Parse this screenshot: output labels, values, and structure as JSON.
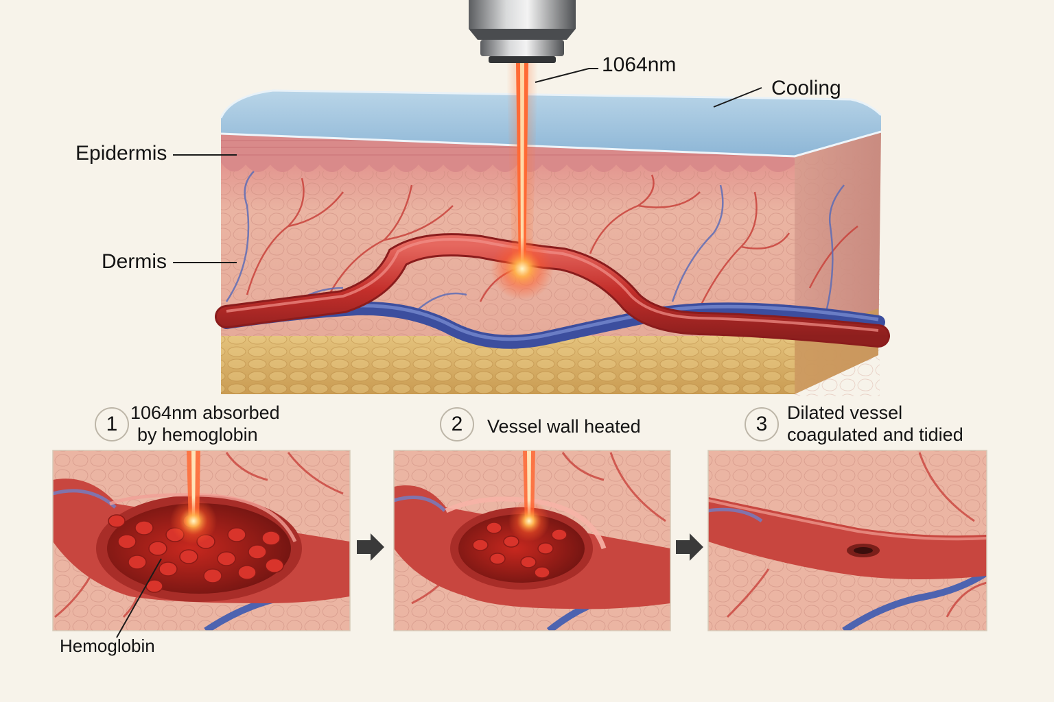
{
  "main": {
    "wavelength_label": "1064nm",
    "cooling_label": "Cooling",
    "epidermis_label": "Epidermis",
    "dermis_label": "Dermis"
  },
  "steps": [
    {
      "number": "1",
      "line1": "1064nm absorbed",
      "line2": "by hemoglobin"
    },
    {
      "number": "2",
      "line1": "Vessel wall heated",
      "line2": ""
    },
    {
      "number": "3",
      "line1": "Dilated vessel",
      "line2": "coagulated and tidied"
    }
  ],
  "panel1": {
    "hemoglobin_label": "Hemoglobin"
  },
  "colors": {
    "background": "#f7f3ea",
    "cooling_layer": "#9ec3de",
    "epidermis": "#d98a8a",
    "dermis": "#ecb5a3",
    "fat": "#d9b36a",
    "artery": "#c8302c",
    "vein": "#4d63b0",
    "laser": "#ff5a2a"
  }
}
